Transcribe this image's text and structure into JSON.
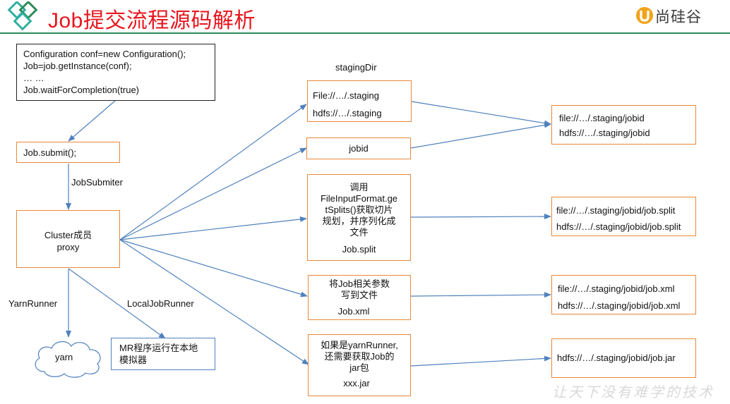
{
  "header": {
    "title": "Job提交流程源码解析",
    "brand": "尚硅谷",
    "brand_icon": "u-logo-icon",
    "accent_color": "#e8161e",
    "rule_color": "#2e8b57"
  },
  "code_box": {
    "line1": "Configuration conf=new Configuration();",
    "line2": "Job=job.getInstance(conf);",
    "line3": "… …",
    "line4": "Job.waitForCompletion(true)"
  },
  "submit_box": {
    "text": "Job.submit();"
  },
  "labels": {
    "jobsubmiter": "JobSubmiter",
    "stagingdir": "stagingDir",
    "yarnrunner": "YarnRunner",
    "localjobrunner": "LocalJobRunner"
  },
  "cluster_box": {
    "line1": "Cluster成员",
    "line2": "proxy"
  },
  "yarn_cloud": {
    "text": "yarn"
  },
  "mr_box": {
    "line1": "MR程序运行在本地",
    "line2": "模拟器"
  },
  "staging_box": {
    "line1": "File://…/.staging",
    "line2": "hdfs://…/.staging"
  },
  "jobid_box": {
    "text": "jobid"
  },
  "split_box": {
    "line1": "调用",
    "line2": "FileInputFormat.ge",
    "line3": "tSplits()获取切片",
    "line4": "规划，并序列化成",
    "line5": "文件",
    "line6": "Job.split"
  },
  "xml_box": {
    "line1": "将Job相关参数",
    "line2": "写到文件",
    "line3": "Job.xml"
  },
  "jar_box": {
    "line1": "如果是yarnRunner,",
    "line2": "还需要获取Job的",
    "line3": "jar包",
    "line4": "xxx.jar"
  },
  "result_jobid": {
    "line1": "file://…/.staging/jobid",
    "line2": "hdfs://…/.staging/jobid"
  },
  "result_split": {
    "line1": "file://…/.staging/jobid/job.split",
    "line2": "hdfs://…/.staging/jobid/job.split"
  },
  "result_xml": {
    "line1": "file://…/.staging/jobid/job.xml",
    "line2": "hdfs://…/.staging/jobid/job.xml"
  },
  "result_jar": {
    "line1": "hdfs://…/.staging/jobid/job.jar"
  },
  "watermark": "让天下没有难学的技术"
}
